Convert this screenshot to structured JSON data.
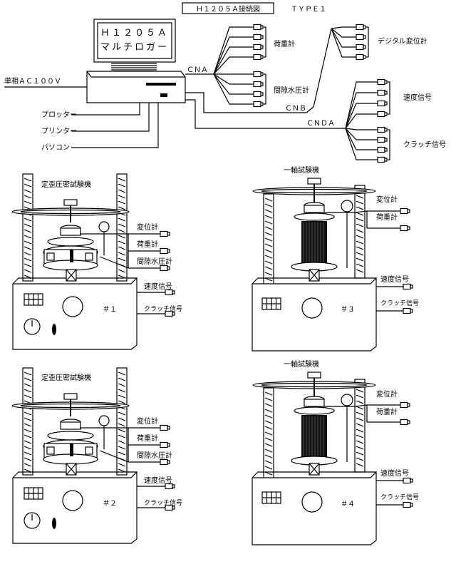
{
  "title": "Ｈ１２０５Ａ接続図",
  "type_label": "ＴＹＰＥ１",
  "logger": {
    "line1": "Ｈ１２０５Ａ",
    "line2": "マルチロガー",
    "power": "単相ＡＣ１００Ｖ",
    "outputs": [
      "プロッター",
      "プリンター",
      "パソコン"
    ],
    "connectors": {
      "a": "ＣＮＡ",
      "b": "ＣＮＢ",
      "da": "ＣＮＤＡ"
    }
  },
  "channel_groups": {
    "load": "荷重計",
    "pore": "間隙水圧計",
    "digital_disp": "デジタル変位計",
    "speed": "速度信号",
    "clutch": "クラッチ信号"
  },
  "machines": [
    {
      "title": "定歪圧密試験機",
      "number": "＃１",
      "signals": [
        "変位計",
        "荷重計",
        "間隙水圧計",
        "速度信号",
        "クラッチ信号"
      ]
    },
    {
      "title": "一軸試験機",
      "number": "＃３",
      "signals": [
        "変位計",
        "荷重計",
        "速度信号",
        "クラッチ信号"
      ]
    },
    {
      "title": "定歪圧密試験機",
      "number": "＃２",
      "signals": [
        "変位計",
        "荷重計",
        "間隙水圧計",
        "速度信号",
        "クラッチ信号"
      ]
    },
    {
      "title": "一軸試験機",
      "number": "＃４",
      "signals": [
        "変位計",
        "荷重計",
        "速度信号",
        "クラッチ信号"
      ]
    }
  ]
}
